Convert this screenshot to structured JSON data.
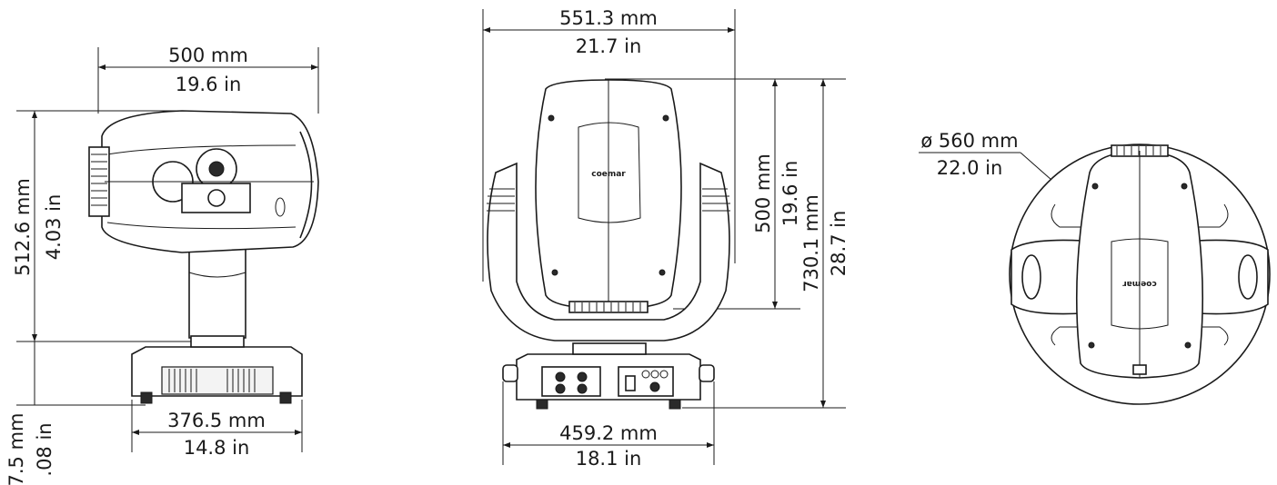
{
  "side_view": {
    "width_mm": "500 mm",
    "width_in": "19.6 in",
    "height_mm": "512.6 mm",
    "height_in": "4.03 in",
    "base_mm": "376.5 mm",
    "base_in": "14.8 in",
    "foot_mm": "7.5 mm",
    "foot_in": ".08 in"
  },
  "front_view": {
    "width_mm": "551.3 mm",
    "width_in": "21.7 in",
    "head_mm": "500 mm",
    "head_in": "19.6 in",
    "total_mm": "730.1 mm",
    "total_in": "28.7 in",
    "base_mm": "459.2 mm",
    "base_in": "18.1 in",
    "logo": "coemar"
  },
  "top_view": {
    "diameter_mm": "ø 560 mm",
    "diameter_in": "22.0 in",
    "logo": "coemar"
  }
}
